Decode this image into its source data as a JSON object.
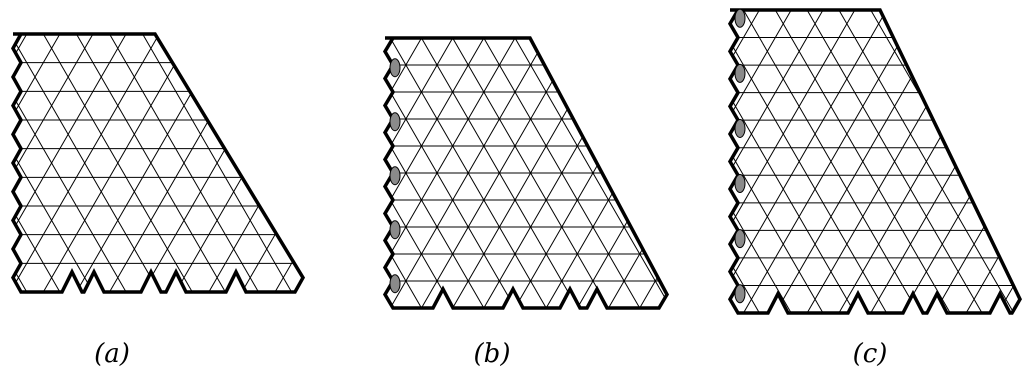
{
  "figure": {
    "panels": [
      {
        "id": "a",
        "caption": "(a)",
        "rows": 9,
        "markers": false
      },
      {
        "id": "b",
        "caption": "(b)",
        "rows": 10,
        "markers": true
      },
      {
        "id": "c",
        "caption": "(c)",
        "rows": 11,
        "markers": true
      }
    ],
    "colors": {
      "lines": "#000000",
      "marker_fill": "#8a8a8a",
      "background": "#ffffff"
    }
  }
}
